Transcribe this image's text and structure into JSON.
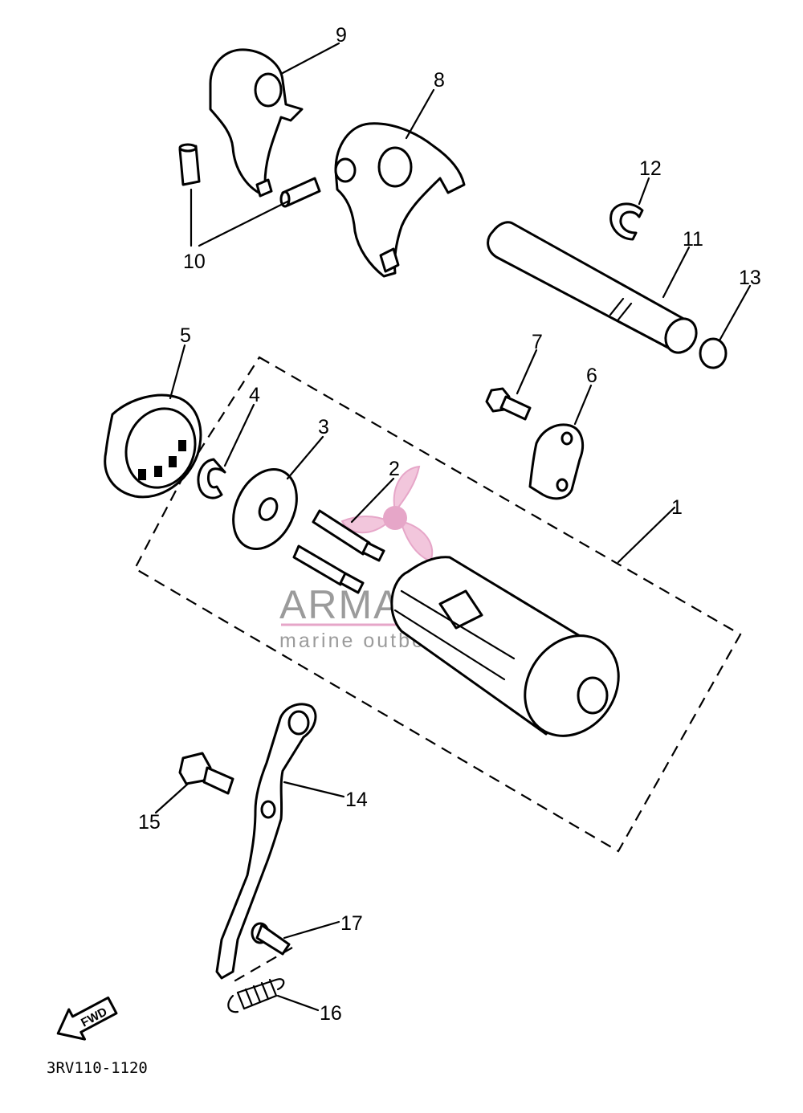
{
  "diagram_code": "3RV110-1120",
  "fwd_label": "FWD",
  "watermark": {
    "title": "ARMADA",
    "subtitle": "marine outboards",
    "accent_color": "#e6a6c8",
    "text_color": "#8a8a8a"
  },
  "callouts": [
    {
      "id": "1",
      "part": "shift-drum-assembly"
    },
    {
      "id": "2",
      "part": "pins"
    },
    {
      "id": "3",
      "part": "washer"
    },
    {
      "id": "4",
      "part": "circlip"
    },
    {
      "id": "5",
      "part": "bearing"
    },
    {
      "id": "6",
      "part": "stopper-plate"
    },
    {
      "id": "7",
      "part": "bolt"
    },
    {
      "id": "8",
      "part": "shift-fork-8"
    },
    {
      "id": "9",
      "part": "shift-fork-9"
    },
    {
      "id": "10",
      "part": "guide-pins"
    },
    {
      "id": "11",
      "part": "guide-bar"
    },
    {
      "id": "12",
      "part": "circlip-12"
    },
    {
      "id": "13",
      "part": "o-ring"
    },
    {
      "id": "14",
      "part": "stopper-lever"
    },
    {
      "id": "15",
      "part": "bolt-15"
    },
    {
      "id": "16",
      "part": "spring"
    },
    {
      "id": "17",
      "part": "bolt-17"
    }
  ]
}
